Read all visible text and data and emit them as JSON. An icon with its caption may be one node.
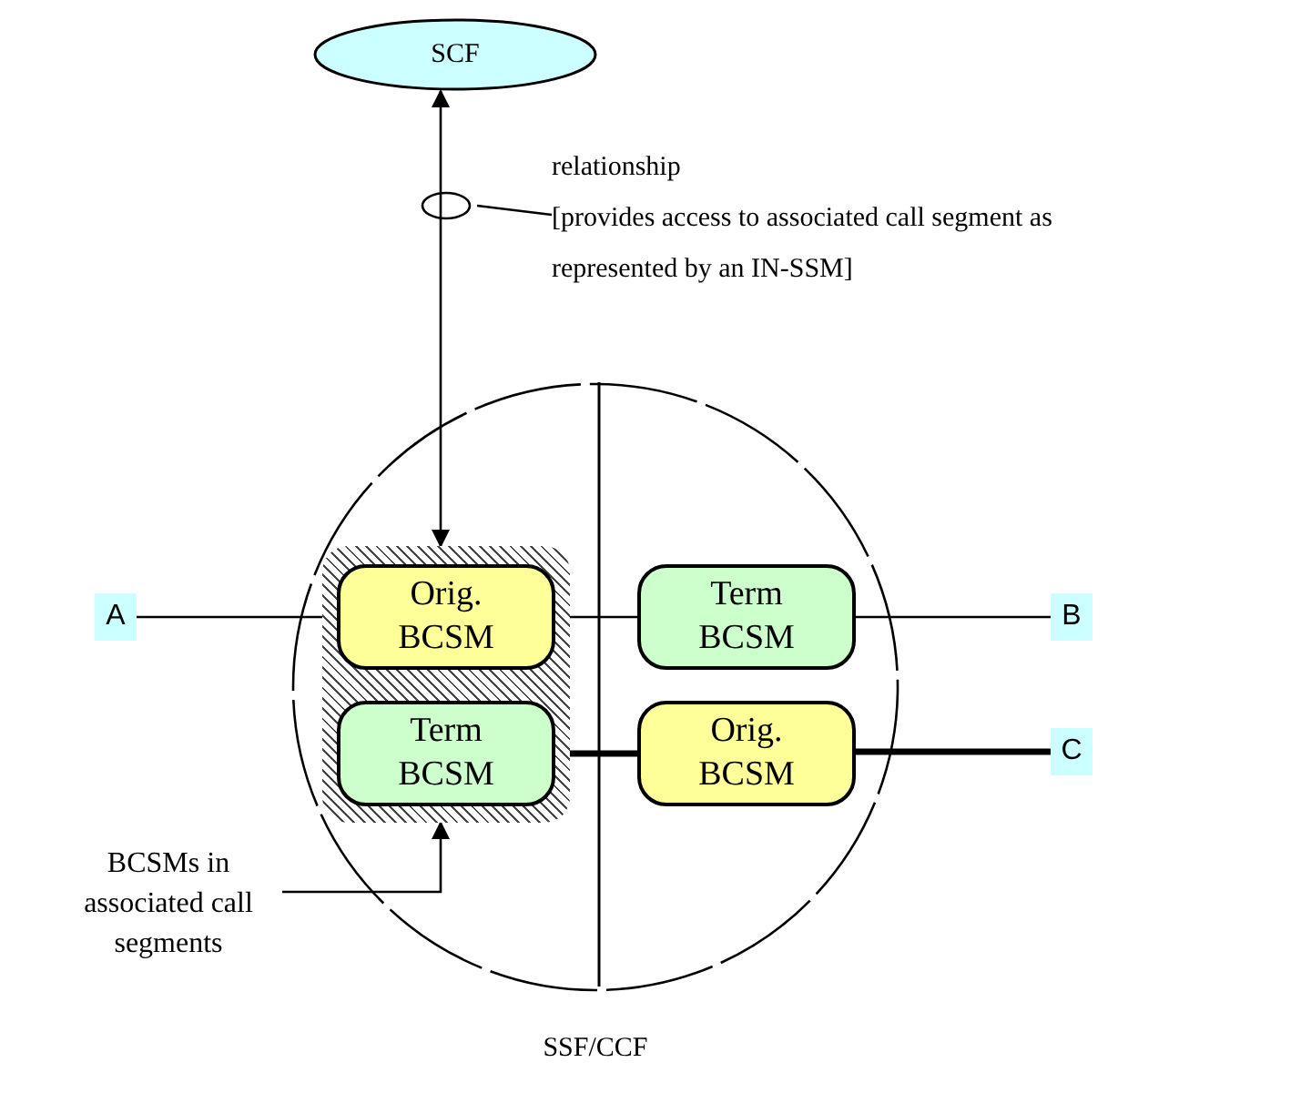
{
  "diagram": {
    "nodes": [
      {
        "text": [
          "SCF"
        ]
      },
      {
        "text": [
          "SSF/CCF"
        ]
      },
      {
        "text": [],
        "shape": "box",
        "in": 1
      },
      {
        "text": [
          "Orig. BCSM"
        ],
        "in": 2
      },
      {
        "text": [
          "Term BCSM"
        ],
        "in": 2
      },
      {
        "text": [
          "Term BCSM"
        ],
        "in": 1
      },
      {
        "text": [
          "Orig. BCSM"
        ],
        "in": 1
      },
      {
        "text": [
          "A"
        ]
      },
      {
        "text": [
          "B"
        ]
      },
      {
        "text": [
          "C"
        ]
      },
      {
        "text": [
          "relationship",
          "[provides access to associated call segment as represented by an IN-SSM]"
        ]
      },
      {
        "text": [
          "BCSMs in associated call segments"
        ]
      }
    ],
    "edges": [
      {
        "from": 2,
        "to": 0,
        "arrow": "both"
      },
      {
        "from": 7,
        "to": 3,
        "arrow": "none"
      },
      {
        "from": 3,
        "to": 5,
        "arrow": "none"
      },
      {
        "from": 5,
        "to": 8,
        "arrow": "none"
      },
      {
        "from": 4,
        "to": 6,
        "arrow": "none",
        "style": "thick"
      },
      {
        "from": 6,
        "to": 9,
        "arrow": "none",
        "style": "thick"
      },
      {
        "from": 10,
        "to": null,
        "arrow": "none"
      },
      {
        "from": 11,
        "to": 2,
        "arrow": "to"
      }
    ]
  }
}
